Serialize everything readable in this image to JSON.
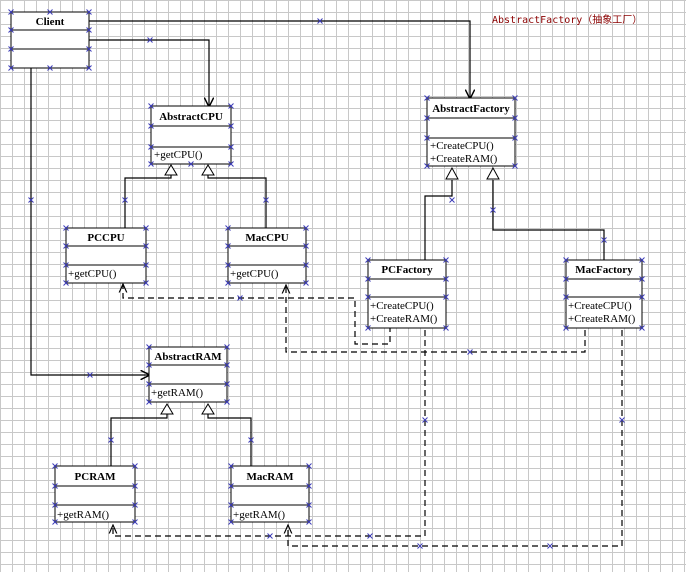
{
  "caption": "AbstractFactory（抽象工厂）",
  "classes": {
    "client": {
      "name": "Client"
    },
    "abstract_cpu": {
      "name": "AbstractCPU",
      "op": "+getCPU()"
    },
    "pc_cpu": {
      "name": "PCCPU",
      "op": "+getCPU()"
    },
    "mac_cpu": {
      "name": "MacCPU",
      "op": "+getCPU()"
    },
    "abstract_factory": {
      "name": "AbstractFactory",
      "op1": "+CreateCPU()",
      "op2": "+CreateRAM()"
    },
    "pc_factory": {
      "name": "PCFactory",
      "op1": "+CreateCPU()",
      "op2": "+CreateRAM()"
    },
    "mac_factory": {
      "name": "MacFactory",
      "op1": "+CreateCPU()",
      "op2": "+CreateRAM()"
    },
    "abstract_ram": {
      "name": "AbstractRAM",
      "op": "+getRAM()"
    },
    "pc_ram": {
      "name": "PCRAM",
      "op": "+getRAM()"
    },
    "mac_ram": {
      "name": "MacRAM",
      "op": "+getRAM()"
    }
  },
  "colors": {
    "caption": "#8b0000",
    "marker": "#3b3bb8",
    "grid": "#c8c8c8"
  }
}
